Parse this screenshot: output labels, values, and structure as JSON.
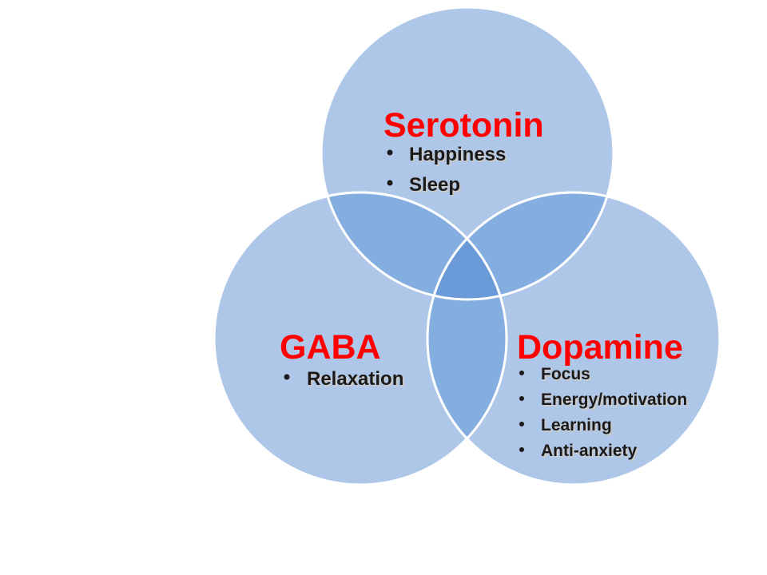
{
  "diagram": {
    "type": "venn",
    "colors": {
      "circle_fill": "#aec7e8",
      "overlap_two": "#84aee0",
      "overlap_three": "#6a9bd8",
      "outline": "#ffffff",
      "title_color": "#ff0000",
      "item_color": "#1a1a1a"
    },
    "sets": [
      {
        "id": "serotonin",
        "title": "Serotonin",
        "items": [
          "Happiness",
          "Sleep"
        ]
      },
      {
        "id": "gaba",
        "title": "GABA",
        "items": [
          "Relaxation"
        ]
      },
      {
        "id": "dopamine",
        "title": "Dopamine",
        "items": [
          "Focus",
          "Energy/motivation",
          "Learning",
          "Anti-anxiety"
        ]
      }
    ]
  }
}
